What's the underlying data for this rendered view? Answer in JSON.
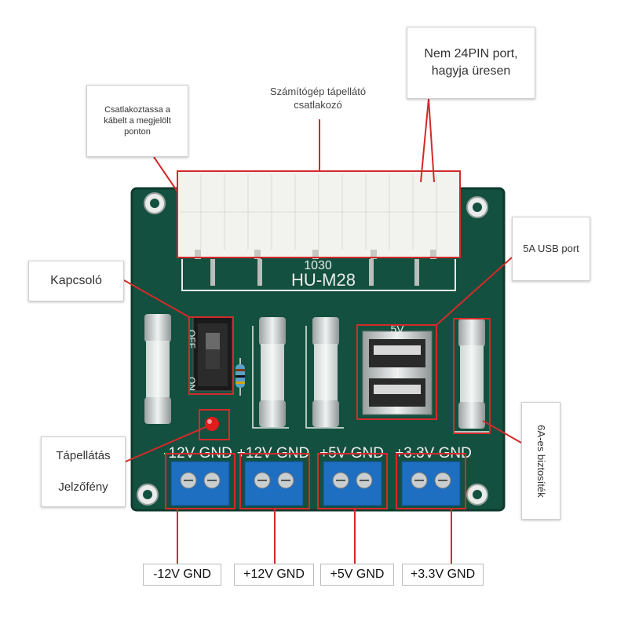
{
  "callouts": {
    "connect_cable": "Csatlakoztassa a kábelt a megjelölt ponton",
    "pc_power_connector": "Számítógép tápellátó csatlakozó",
    "non_24pin": "Nem 24PIN port, hagyja üresen",
    "switch": "Kapcsoló",
    "usb_port": "5A USB port",
    "power_indicator_line1": "Tápellátás",
    "power_indicator_line2": "Jelzőfény",
    "fuse": "6A-es biztosíték"
  },
  "board": {
    "model_number": "1030",
    "model_name": "HU-M28",
    "switch_off": "OFF",
    "switch_on": "ON",
    "usb_silk": "5V",
    "rail_labels": [
      "-12V GND",
      "+12V GND",
      "+5V GND",
      "+3.3V GND"
    ]
  },
  "bottom_labels": [
    "-12V GND",
    "+12V GND",
    "+5V GND",
    "+3.3V GND"
  ],
  "colors": {
    "pcb": "#14503f",
    "highlight": "#d42a2a",
    "terminal": "#1e6fc2"
  }
}
